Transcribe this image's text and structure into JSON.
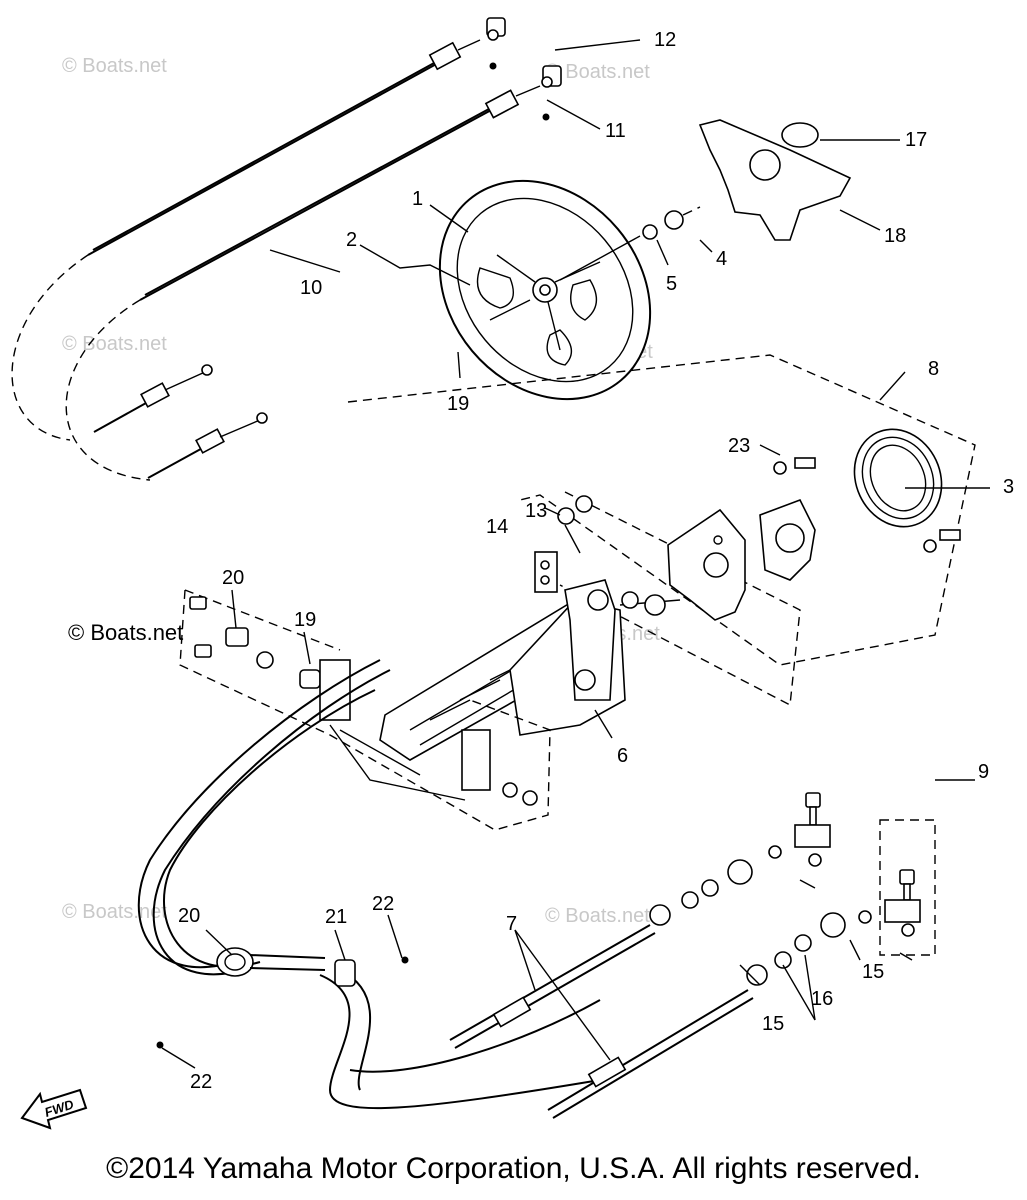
{
  "diagram": {
    "callouts": {
      "p1": "1",
      "p2": "2",
      "p3": "3",
      "p4": "4",
      "p5": "5",
      "p6": "6",
      "p7": "7",
      "p8": "8",
      "p9": "9",
      "p10": "10",
      "p11": "11",
      "p12": "12",
      "p13": "13",
      "p14": "14",
      "p15a": "15",
      "p15b": "15",
      "p16": "16",
      "p17": "17",
      "p18": "18",
      "p19a": "19",
      "p19b": "19",
      "p20a": "20",
      "p20b": "20",
      "p21": "21",
      "p22a": "22",
      "p22b": "22",
      "p23": "23"
    },
    "watermark": "© Boats.net",
    "fwd_label": "FWD"
  },
  "footer": {
    "copyright": "©2014 Yamaha Motor Corporation, U.S.A. All rights reserved."
  }
}
